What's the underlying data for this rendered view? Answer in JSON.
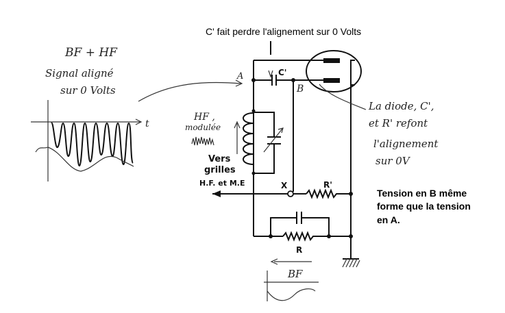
{
  "title": "C' fait perdre l'alignement sur 0 Volts",
  "left_notes": {
    "signal": "BF + HF",
    "line1": "Signal aligné",
    "line2": "sur 0 Volts",
    "axis_t": "t"
  },
  "circuit_labels": {
    "A": "A",
    "B": "B",
    "C_prime": "C'",
    "X": "X",
    "R_prime": "R'",
    "R": "R",
    "hf_modulee_1": "HF ,",
    "hf_modulee_2": "modulée",
    "vers": "Vers",
    "grilles": "grilles",
    "hf_me": "H.F. et M.E",
    "bf": "BF"
  },
  "diode_note": {
    "line1": "La diode, C',",
    "line2": "et R' refont",
    "line3": "l'alignement",
    "line4": "sur 0V"
  },
  "explanation": {
    "line1": "Tension en B  même",
    "line2": "forme que la tension",
    "line3": "en A."
  }
}
